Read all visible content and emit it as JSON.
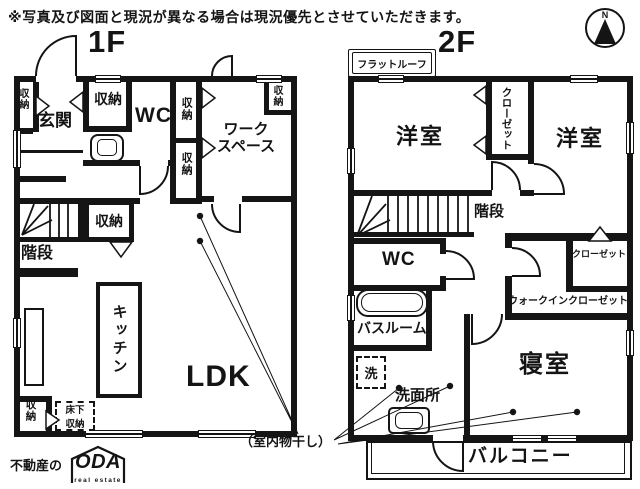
{
  "disclaimer": "※写真及び図面と現況が異なる場合は現況優先とさせていただきます。",
  "compass": {
    "north": "N"
  },
  "floor1": {
    "title": "1F",
    "labels": {
      "storage_left": "収納",
      "entrance": "玄関",
      "storage_hall": "収納",
      "wc": "WC",
      "storage_mid_top": "収納",
      "storage_mid_bottom": "収納",
      "workspace_line1": "ワーク",
      "workspace_line2": "スペース",
      "storage_ws": "収納",
      "stairs": "階段",
      "storage_stairs": "収納",
      "kitchen": "キッチン",
      "ldk": "LDK",
      "storage_bottom": "収納",
      "underfloor_line1": "床下",
      "underfloor_line2": "収納"
    }
  },
  "floor2": {
    "title": "2F",
    "labels": {
      "flat_roof": "フラットルーフ",
      "bedroom_west": "洋室",
      "closet_center": "クローゼット",
      "bedroom_east": "洋室",
      "stairs": "階段",
      "wc": "WC",
      "bathroom": "バスルーム",
      "laundry": "洗",
      "washroom": "洗面所",
      "closet_small": "クローゼット",
      "walk_in_closet": "ウォークインクローゼット",
      "master_bedroom": "寝室",
      "balcony": "バルコニー"
    }
  },
  "annotation": {
    "indoor_drying": "（室内物干し）"
  },
  "logo": {
    "prefix": "不動産の",
    "name": "ODA",
    "subtitle": "real estate"
  },
  "colors": {
    "wall": "#151515",
    "text": "#141414",
    "background": "#ffffff"
  }
}
